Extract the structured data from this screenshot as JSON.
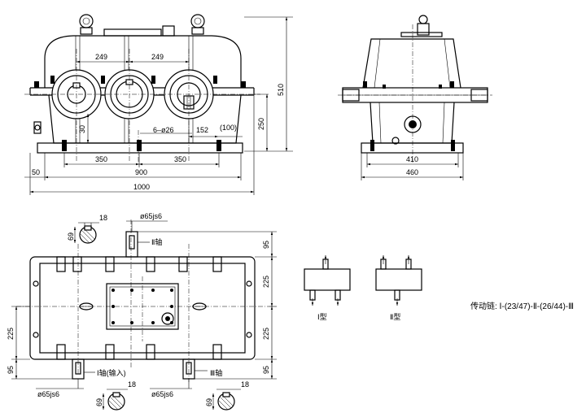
{
  "front_view": {
    "dims": {
      "top_spacing_left": "249",
      "top_spacing_right": "249",
      "total_height": "510",
      "center_height": "250",
      "foot_gap": "30",
      "bolt_holes": "6–ø26",
      "edge_offset": "152",
      "ref_offset": "(100)",
      "base_span_left": "350",
      "base_span_right": "350",
      "inner_length": "900",
      "foot_thickness": "50",
      "total_length": "1000"
    }
  },
  "side_view": {
    "dims": {
      "inner_width": "410",
      "total_width": "460"
    }
  },
  "plan_view": {
    "dims": {
      "key_width_top": "18",
      "key_depth_top": "69",
      "shaft_dia_top": "ø65js6",
      "shaft_ext_top": "95",
      "half_width_upper": "225",
      "half_width_lower": "225",
      "shaft_ext_bottom": "95",
      "left_upper_225": "225",
      "left_lower_95": "95",
      "shaft_dia_bl": "ø65js6",
      "shaft_dia_br": "ø65js6",
      "key_width_bl": "18",
      "key_depth_bl": "69",
      "key_width_br": "18",
      "key_depth_br": "69"
    },
    "labels": {
      "shaft_ii": "Ⅱ轴",
      "shaft_i": "Ⅰ轴(输入)",
      "shaft_iii": "Ⅲ轴"
    }
  },
  "configs": {
    "type_i": "Ⅰ型",
    "type_ii": "Ⅱ型"
  },
  "transmission_chain": "传动链: Ⅰ-(23/47)-Ⅱ-(26/44)-Ⅲ"
}
